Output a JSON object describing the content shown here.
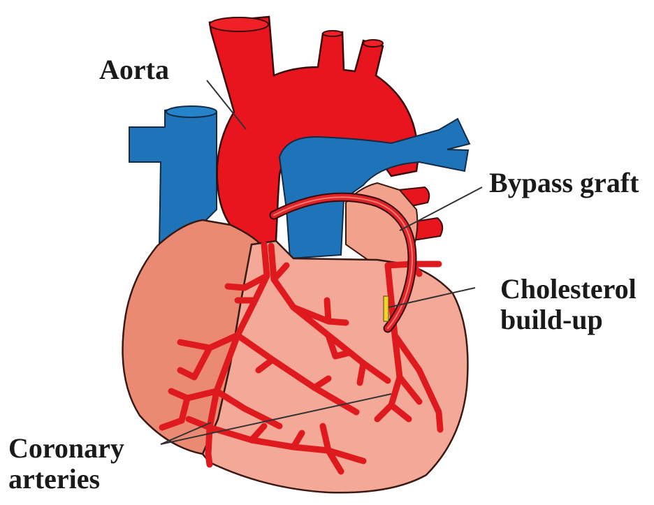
{
  "labels": {
    "aorta": "Aorta",
    "bypass_graft": "Bypass graft",
    "cholesterol_line1": "Cholesterol",
    "cholesterol_line2": "build-up",
    "coronary_line1": "Coronary",
    "coronary_line2": "arteries"
  },
  "colors": {
    "aorta_red": "#e8141e",
    "vein_blue": "#1f73b8",
    "heart_dark": "#ea8a72",
    "heart_light": "#f4a998",
    "artery_red": "#df1a1f",
    "plaque_yellow": "#f2d22c",
    "outline": "#3a1a14",
    "leader": "#333333"
  }
}
